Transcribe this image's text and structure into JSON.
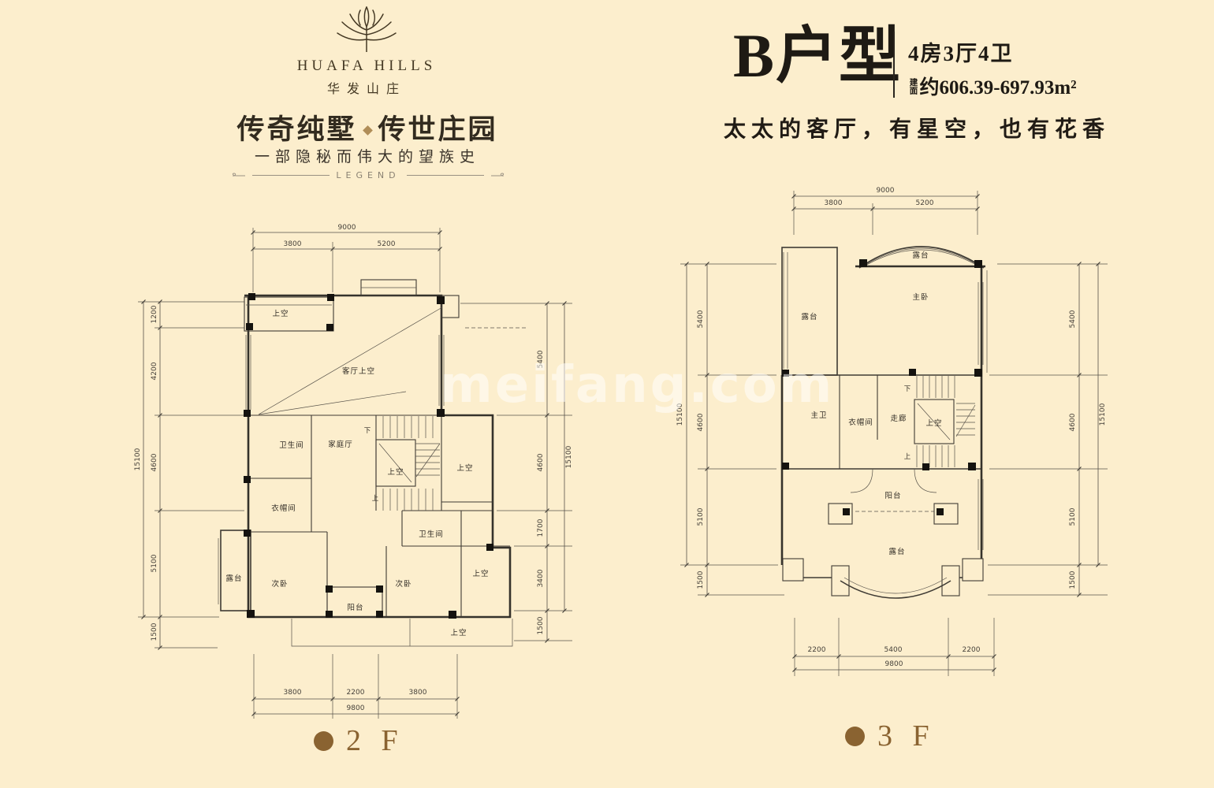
{
  "logo": {
    "name": "HUAFA HILLS",
    "cn": "华发山庄"
  },
  "tagline": {
    "main_left": "传奇纯墅",
    "main_right": "传世庄园",
    "sub": "一部隐秘而伟大的望族史",
    "legend": "LEGEND"
  },
  "header": {
    "unit": "B户型",
    "rooms": "4房3厅4卫",
    "area_label": "建面",
    "area": "约606.39-697.93m²",
    "slogan": "太太的客厅，有星空，也有花香"
  },
  "watermark": "meifang.com",
  "floor2": {
    "name": "2 F",
    "dims": {
      "top_total": "9000",
      "top": [
        "3800",
        "5200"
      ],
      "left_total": "15100",
      "left": [
        "1200",
        "4200",
        "4600",
        "5100",
        "1500"
      ],
      "right": [
        "5400",
        "4600",
        "1700",
        "3400",
        "1500"
      ],
      "right_total": "15100",
      "bottom": [
        "3800",
        "2200",
        "3800"
      ],
      "bottom_total": "9800"
    },
    "rooms": {
      "void_top": "上空",
      "living_void": "客厅上空",
      "bath1": "卫生间",
      "family": "家庭厅",
      "stair_void": "上空",
      "void_right": "上空",
      "cloak": "衣帽间",
      "bath2": "卫生间",
      "terrace": "露台",
      "bed1": "次卧",
      "bed2": "次卧",
      "balcony": "阳台",
      "void_side": "上空",
      "void_bottom": "上空",
      "down": "下",
      "up": "上"
    }
  },
  "floor3": {
    "name": "3 F",
    "dims": {
      "top_total": "9000",
      "top": [
        "3800",
        "5200"
      ],
      "left_total": "15100",
      "left": [
        "5400",
        "4600",
        "5100",
        "1500"
      ],
      "right": [
        "5400",
        "4600",
        "5100",
        "1500"
      ],
      "right_total": "15100",
      "bottom": [
        "2200",
        "5400",
        "2200"
      ],
      "bottom_total": "9800"
    },
    "rooms": {
      "terrace_top": "露台",
      "master_bed": "主卧",
      "terrace_left": "露台",
      "master_bath": "主卫",
      "cloak": "衣帽间",
      "corridor": "走廊",
      "stair_void": "上空",
      "balcony": "阳台",
      "terrace_bottom": "露台",
      "down": "下",
      "up": "上"
    }
  }
}
